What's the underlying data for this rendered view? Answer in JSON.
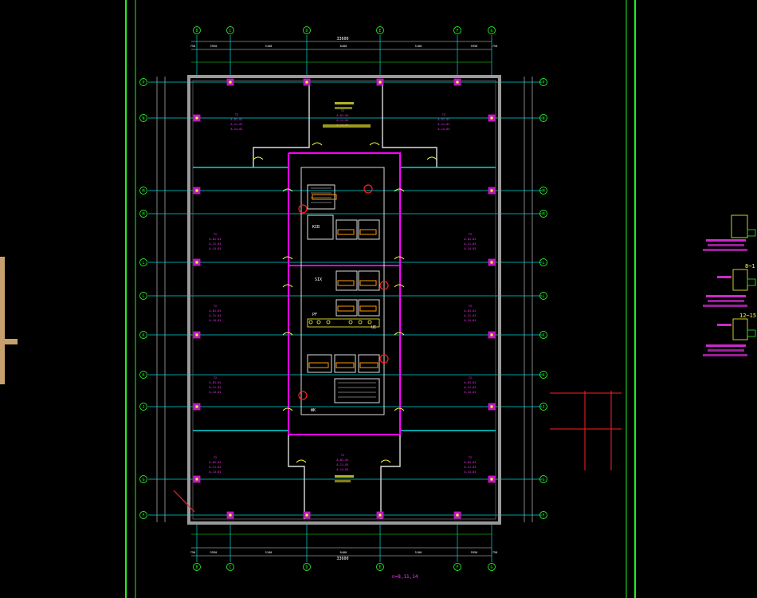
{
  "drawing": {
    "grid_top": [
      "B",
      "C",
      "D",
      "E",
      "F",
      "G"
    ],
    "grid_bottom": [
      "B",
      "C",
      "D",
      "E",
      "F",
      "G"
    ],
    "grid_left": [
      "P",
      "N",
      "M",
      "L",
      "K",
      "J",
      "H",
      "G",
      "F"
    ],
    "grid_right": [
      "P",
      "N",
      "M",
      "L",
      "K",
      "J",
      "H",
      "G",
      "F"
    ],
    "dim_top_total": "33600",
    "dim_top_segments": [
      "750",
      "5950",
      "5100",
      "8400",
      "5100",
      "5950",
      "750"
    ],
    "dim_bottom_total": "33600",
    "dim_bottom_segments": [
      "750",
      "5950",
      "5100",
      "8400",
      "5100",
      "5950",
      "750"
    ],
    "floor_note": "n=8,11,14",
    "core_rooms": [
      "KIB",
      "SIX",
      "WK",
      "PF",
      "UI"
    ],
    "zone_tags": [
      "T2",
      "A-01-01",
      "A-11-01",
      "A-14-01"
    ],
    "side_labels": [
      "8~1",
      "12~15"
    ]
  },
  "colors": {
    "background": "#000000",
    "border": "#22ee22",
    "axis_grid": "#00d8d8",
    "wall": "#9a9a9a",
    "column": "#ee00ee",
    "text_magenta": "#ff33ff",
    "text_yellow": "#ffff33",
    "text_white": "#ffffff",
    "accent_red": "#ff2020",
    "accent_orange": "#ff9a00",
    "accent_tan": "#c8a070"
  }
}
